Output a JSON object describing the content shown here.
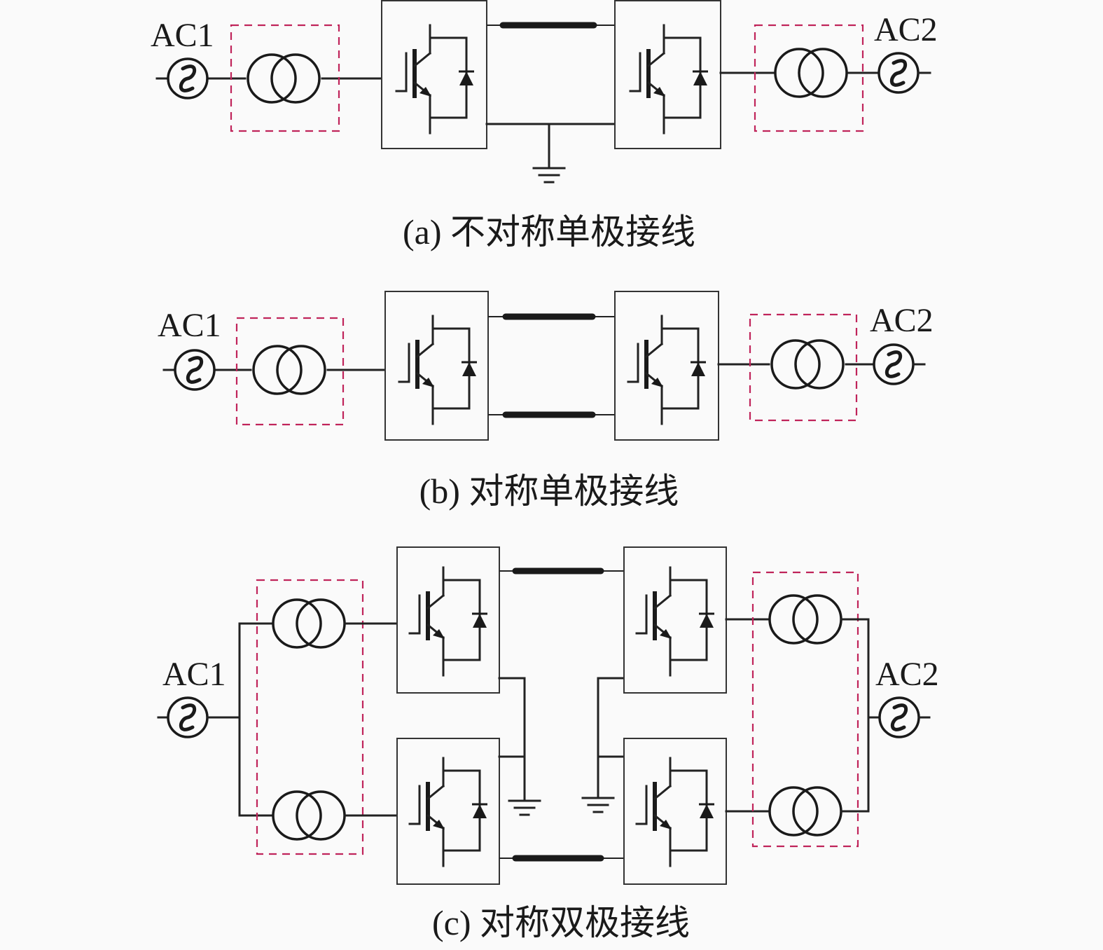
{
  "panels": [
    {
      "id": "a",
      "caption": "(a) 不对称单极接线",
      "left_source": "AC1",
      "right_source": "AC2"
    },
    {
      "id": "b",
      "caption": "(b) 对称单极接线",
      "left_source": "AC1",
      "right_source": "AC2"
    },
    {
      "id": "c",
      "caption": "(c) 对称双极接线",
      "left_source": "AC1",
      "right_source": "AC2"
    }
  ],
  "colors": {
    "transformer_boundary": "#c0245a",
    "line": "#1a1a1a",
    "background": "#fafafa"
  }
}
